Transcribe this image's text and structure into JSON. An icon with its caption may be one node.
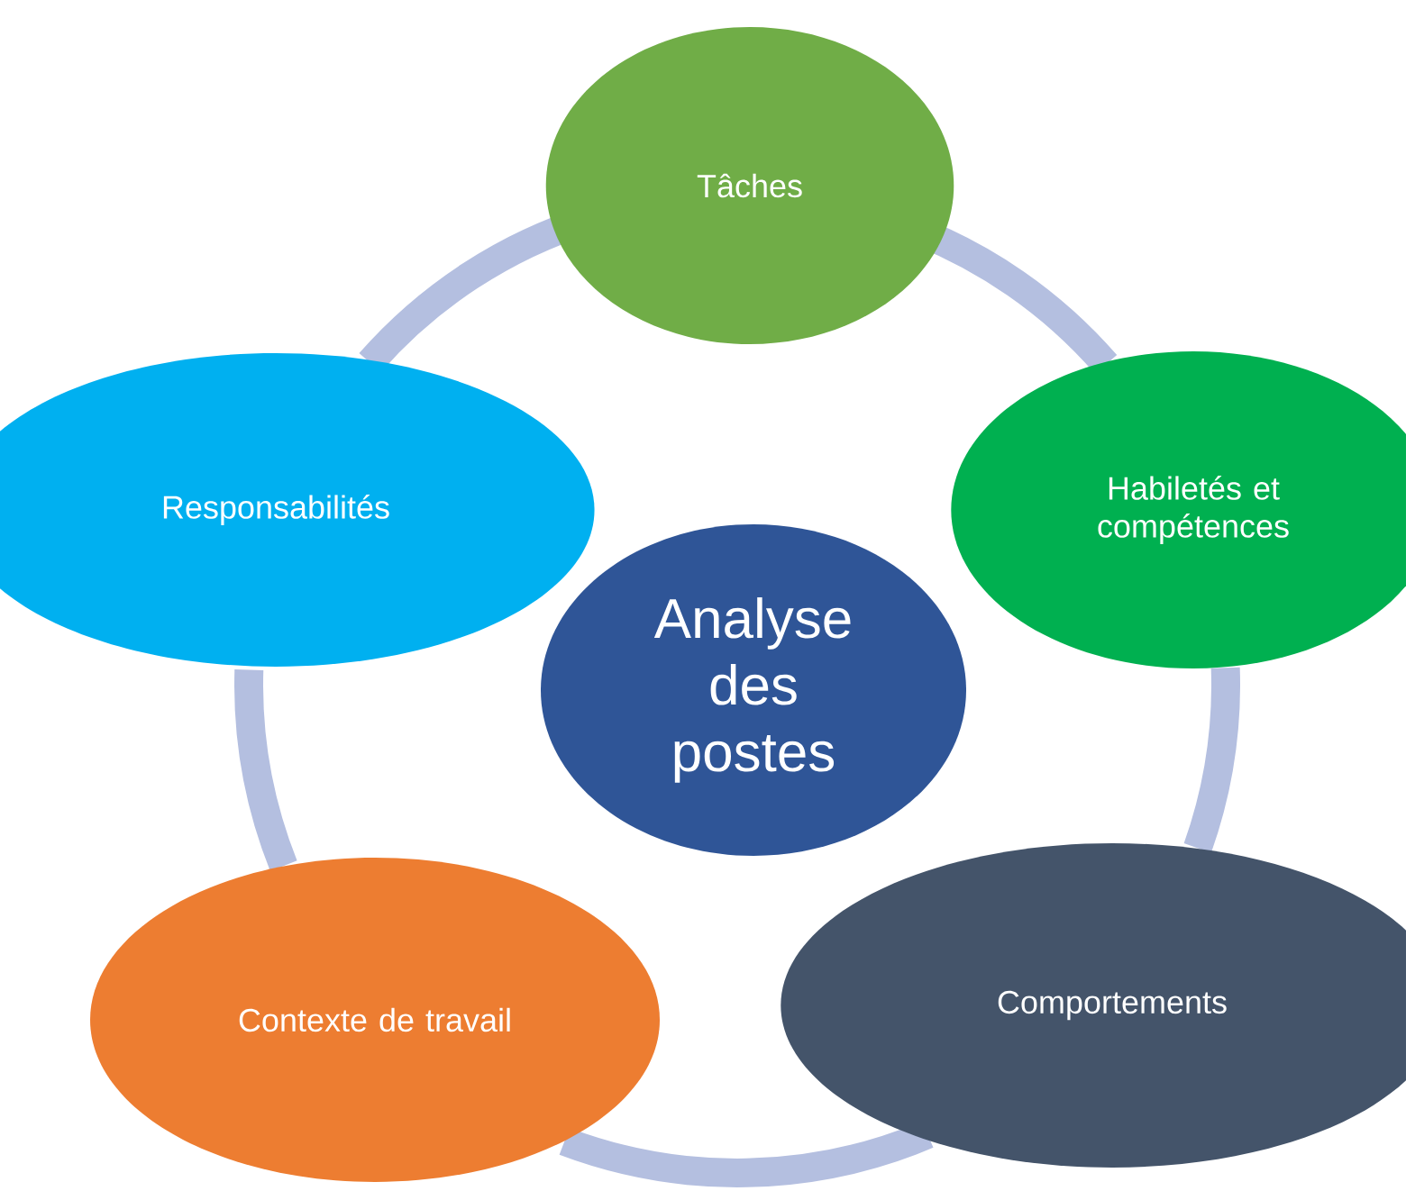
{
  "diagram": {
    "nodes": [
      {
        "text": [
          "Analyse des postes"
        ]
      },
      {
        "text": [
          "Tâches"
        ]
      },
      {
        "text": [
          "Habiletés et compétences"
        ]
      },
      {
        "text": [
          "Comportements"
        ]
      },
      {
        "text": [
          "Contexte de travail"
        ]
      },
      {
        "text": [
          "Responsabilités"
        ]
      }
    ],
    "edges": [
      {
        "from": 1,
        "to": 2,
        "arrow": "none"
      },
      {
        "from": 2,
        "to": 3,
        "arrow": "none"
      },
      {
        "from": 3,
        "to": 4,
        "arrow": "none"
      },
      {
        "from": 4,
        "to": 5,
        "arrow": "none"
      },
      {
        "from": 5,
        "to": 1,
        "arrow": "none"
      }
    ]
  }
}
